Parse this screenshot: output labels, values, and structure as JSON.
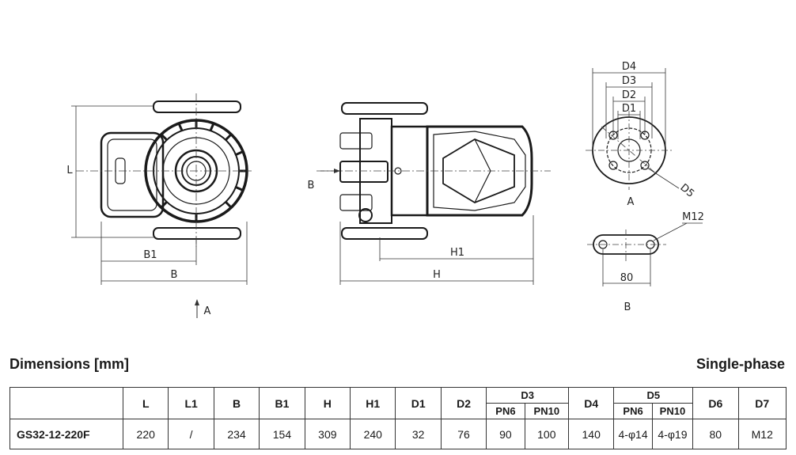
{
  "drawing": {
    "front_view": {
      "label_B1": "B1",
      "label_B": "B",
      "label_L": "L",
      "arrow_label": "A"
    },
    "side_view": {
      "label_H1": "H1",
      "label_H": "H",
      "arrow_label": "B"
    },
    "flange_view": {
      "label_D4": "D4",
      "label_D3": "D3",
      "label_D2": "D2",
      "label_D1": "D1",
      "label_D5": "D5",
      "caption": "A"
    },
    "foot_view": {
      "label_M12": "M12",
      "label_80": "80",
      "caption": "B"
    }
  },
  "section_title": "Dimensions [mm]",
  "phase_title": "Single-phase",
  "table": {
    "headers": [
      "L",
      "L1",
      "B",
      "B1",
      "H",
      "H1",
      "D1",
      "D2",
      "D3",
      "D4",
      "D5",
      "D6",
      "D7"
    ],
    "sub_headers": {
      "d3_pn6": "PN6",
      "d3_pn10": "PN10",
      "d5_pn6": "PN6",
      "d5_pn10": "PN10"
    },
    "rows": [
      {
        "model": "GS32-12-220F",
        "values": [
          "220",
          "/",
          "234",
          "154",
          "309",
          "240",
          "32",
          "76",
          "90",
          "100",
          "140",
          "4-φ14",
          "4-φ19",
          "80",
          "M12"
        ]
      }
    ]
  }
}
